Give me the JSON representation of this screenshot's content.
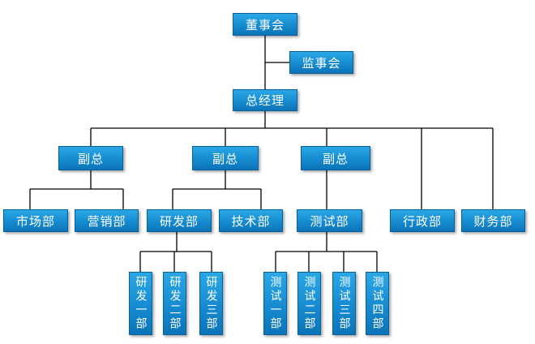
{
  "chart": {
    "board": "董事会",
    "supervisors": "监事会",
    "gm": "总经理",
    "vp1": "副总",
    "vp2": "副总",
    "vp3": "副总",
    "marketing": "市场部",
    "sales": "营销部",
    "rnd": "研发部",
    "tech": "技术部",
    "testing": "测试部",
    "admin": "行政部",
    "finance": "财务部",
    "rnd1": "研发一部",
    "rnd2": "研发二部",
    "rnd3": "研发三部",
    "test1": "测试一部",
    "test2": "测试二部",
    "test3": "测试三部",
    "test4": "测试四部"
  },
  "colors": {
    "box_fill": "#168bd0",
    "box_border": "#0a5f99",
    "text": "#ffffff",
    "line": "#000000"
  }
}
